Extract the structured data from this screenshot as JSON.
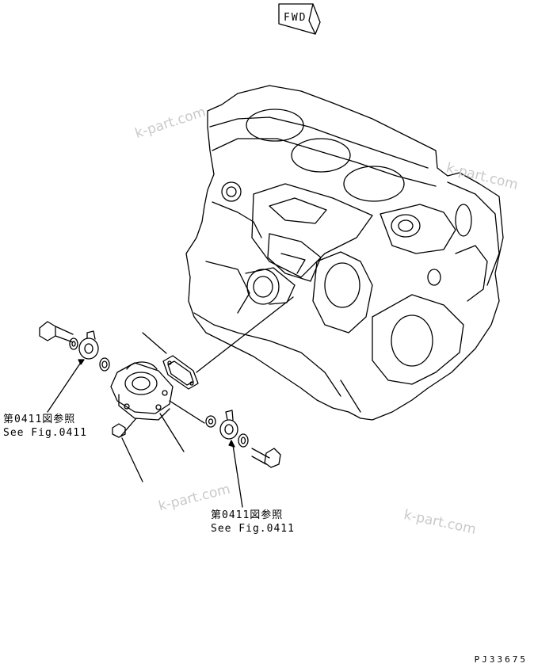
{
  "fwd_label": "FWD",
  "watermark": "k-part.com",
  "refs": {
    "upper_left": {
      "jp": "第0411図参照",
      "en": "See Fig.0411"
    },
    "lower_center": {
      "jp": "第0411図参照",
      "en": "See Fig.0411"
    }
  },
  "drawing_code": "PJ33675",
  "colors": {
    "line": "#000000",
    "watermark": "#c9c9c9",
    "background": "#ffffff"
  }
}
